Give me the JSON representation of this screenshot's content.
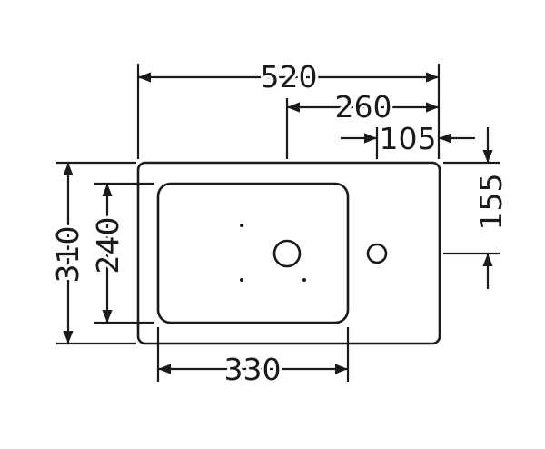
{
  "dimensions": {
    "overall_width": "520",
    "offset_to_tap_from_right": "260",
    "tap_hole_offset": "105",
    "height_to_tap_hole": "155",
    "overall_depth": "310",
    "bowl_depth": "240",
    "bowl_width": "330"
  },
  "colors": {
    "line": "#1a1a1a",
    "background": "#ffffff"
  }
}
